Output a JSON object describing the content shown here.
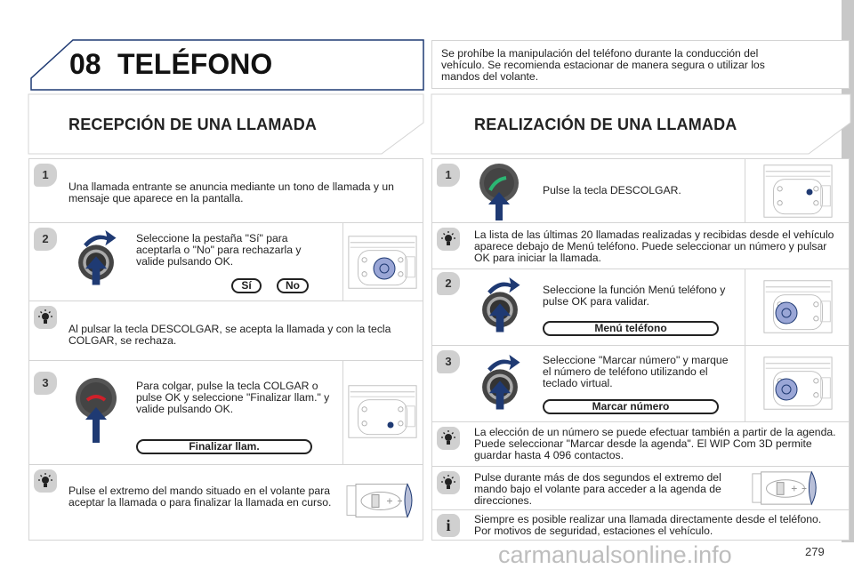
{
  "header": {
    "chapter": "08",
    "title": "TELÉFONO",
    "notice": "Se prohíbe la manipulación del teléfono durante la conducción del vehículo. Se recomienda estacionar de manera segura o utilizar los mandos del volante."
  },
  "left": {
    "title": "RECEPCIÓN DE UNA LLAMADA",
    "step1": {
      "num": "1",
      "text": "Una llamada entrante se anuncia mediante un tono de llamada y un mensaje que aparece en la pantalla."
    },
    "step2": {
      "num": "2",
      "text": "Seleccione la pestaña \"Sí\" para aceptarla o \"No\" para rechazarla y valide pulsando OK.",
      "yes": "Sí",
      "no": "No"
    },
    "tip1": "Al pulsar la tecla DESCOLGAR, se acepta la llamada y con la tecla COLGAR, se rechaza.",
    "step3": {
      "num": "3",
      "text": "Para colgar, pulse la tecla COLGAR o pulse OK y seleccione \"Finalizar llam.\" y valide pulsando OK.",
      "button": "Finalizar llam."
    },
    "tip2": "Pulse el extremo del mando situado en el volante para aceptar la llamada o para finalizar la llamada en curso."
  },
  "right": {
    "title": "REALIZACIÓN DE UNA LLAMADA",
    "step1": {
      "num": "1",
      "text": "Pulse la tecla DESCOLGAR."
    },
    "tip1": "La lista de las últimas 20 llamadas realizadas y recibidas desde el vehículo aparece debajo de Menú teléfono. Puede seleccionar un número y pulsar OK para iniciar la llamada.",
    "step2": {
      "num": "2",
      "text": "Seleccione la función Menú teléfono y pulse OK para validar.",
      "button": "Menú teléfono"
    },
    "step3": {
      "num": "3",
      "text": "Seleccione \"Marcar número\" y marque el número de teléfono utilizando el teclado virtual.",
      "button": "Marcar número"
    },
    "tip2": "La elección de un número se puede efectuar también a partir de la agenda. Puede seleccionar \"Marcar desde la agenda\". El WIP Com 3D permite guardar hasta 4 096 contactos.",
    "tip3": "Pulse durante más de dos segundos el extremo del mando bajo el volante para acceder a la agenda de direcciones.",
    "info": "Siempre es posible realizar una llamada directamente desde el teléfono. Por motivos de seguridad, estaciones el vehículo."
  },
  "footer": {
    "page": "279",
    "watermark": "carmanualsonline.info"
  },
  "colors": {
    "accent": "#1f3a73",
    "badge": "#d0d0d0",
    "call_green": "#2bb673",
    "hangup_red": "#d0202a"
  }
}
